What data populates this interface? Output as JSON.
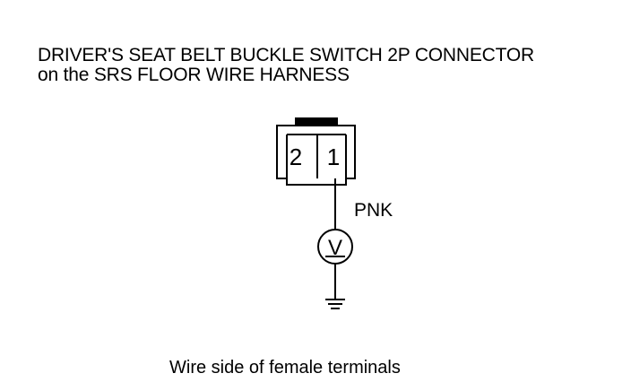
{
  "title": {
    "line1": "DRIVER'S SEAT BELT BUCKLE SWITCH 2P CONNECTOR",
    "line2": "on the SRS FLOOR WIRE HARNESS"
  },
  "connector": {
    "pin_left": "2",
    "pin_right": "1"
  },
  "wire": {
    "color_label": "PNK"
  },
  "meter": {
    "symbol": "V"
  },
  "caption": "Wire side of female terminals",
  "icons": [
    "connector-2p-icon",
    "voltmeter-icon",
    "ground-symbol-icon"
  ]
}
